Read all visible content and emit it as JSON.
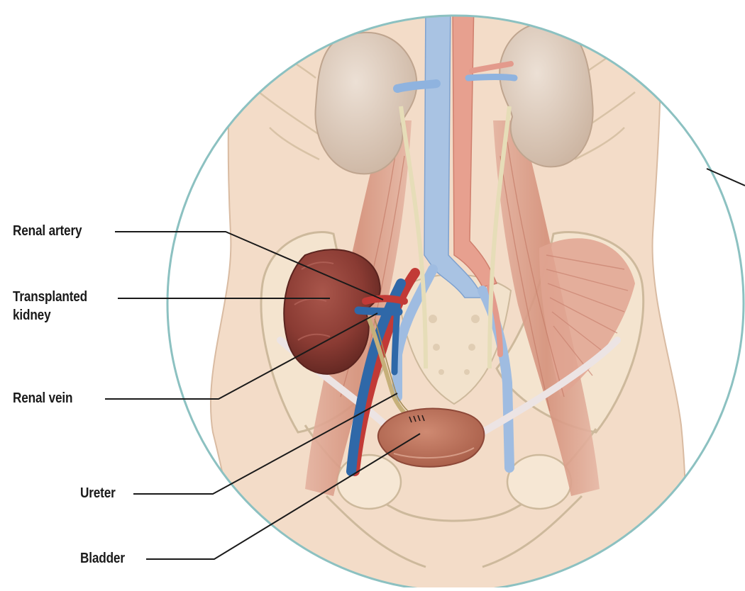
{
  "diagram": {
    "labels": {
      "renal_artery": "Renal artery",
      "transplanted_kidney_line1": "Transplanted",
      "transplanted_kidney_line2": "kidney",
      "renal_vein": "Renal vein",
      "ureter": "Ureter",
      "bladder": "Bladder"
    },
    "colors": {
      "skin": "#f3dcc8",
      "skin_light": "#f8e8da",
      "bone": "#f4e4cf",
      "bone_outline": "#cdb99c",
      "muscle": "#d7907a",
      "muscle_dark": "#c2705c",
      "donor_kidney": "#8a3b33",
      "native_kidney": "#ddc7b6",
      "vein": "#2f68a8",
      "vein_light": "#a9c3e3",
      "artery": "#c23a36",
      "aorta": "#e7a08f",
      "ureter": "#c6b07a",
      "bladder": "#b86b55",
      "circle_border": "#8cc1c1",
      "leader_line": "#1a1a1a"
    }
  }
}
